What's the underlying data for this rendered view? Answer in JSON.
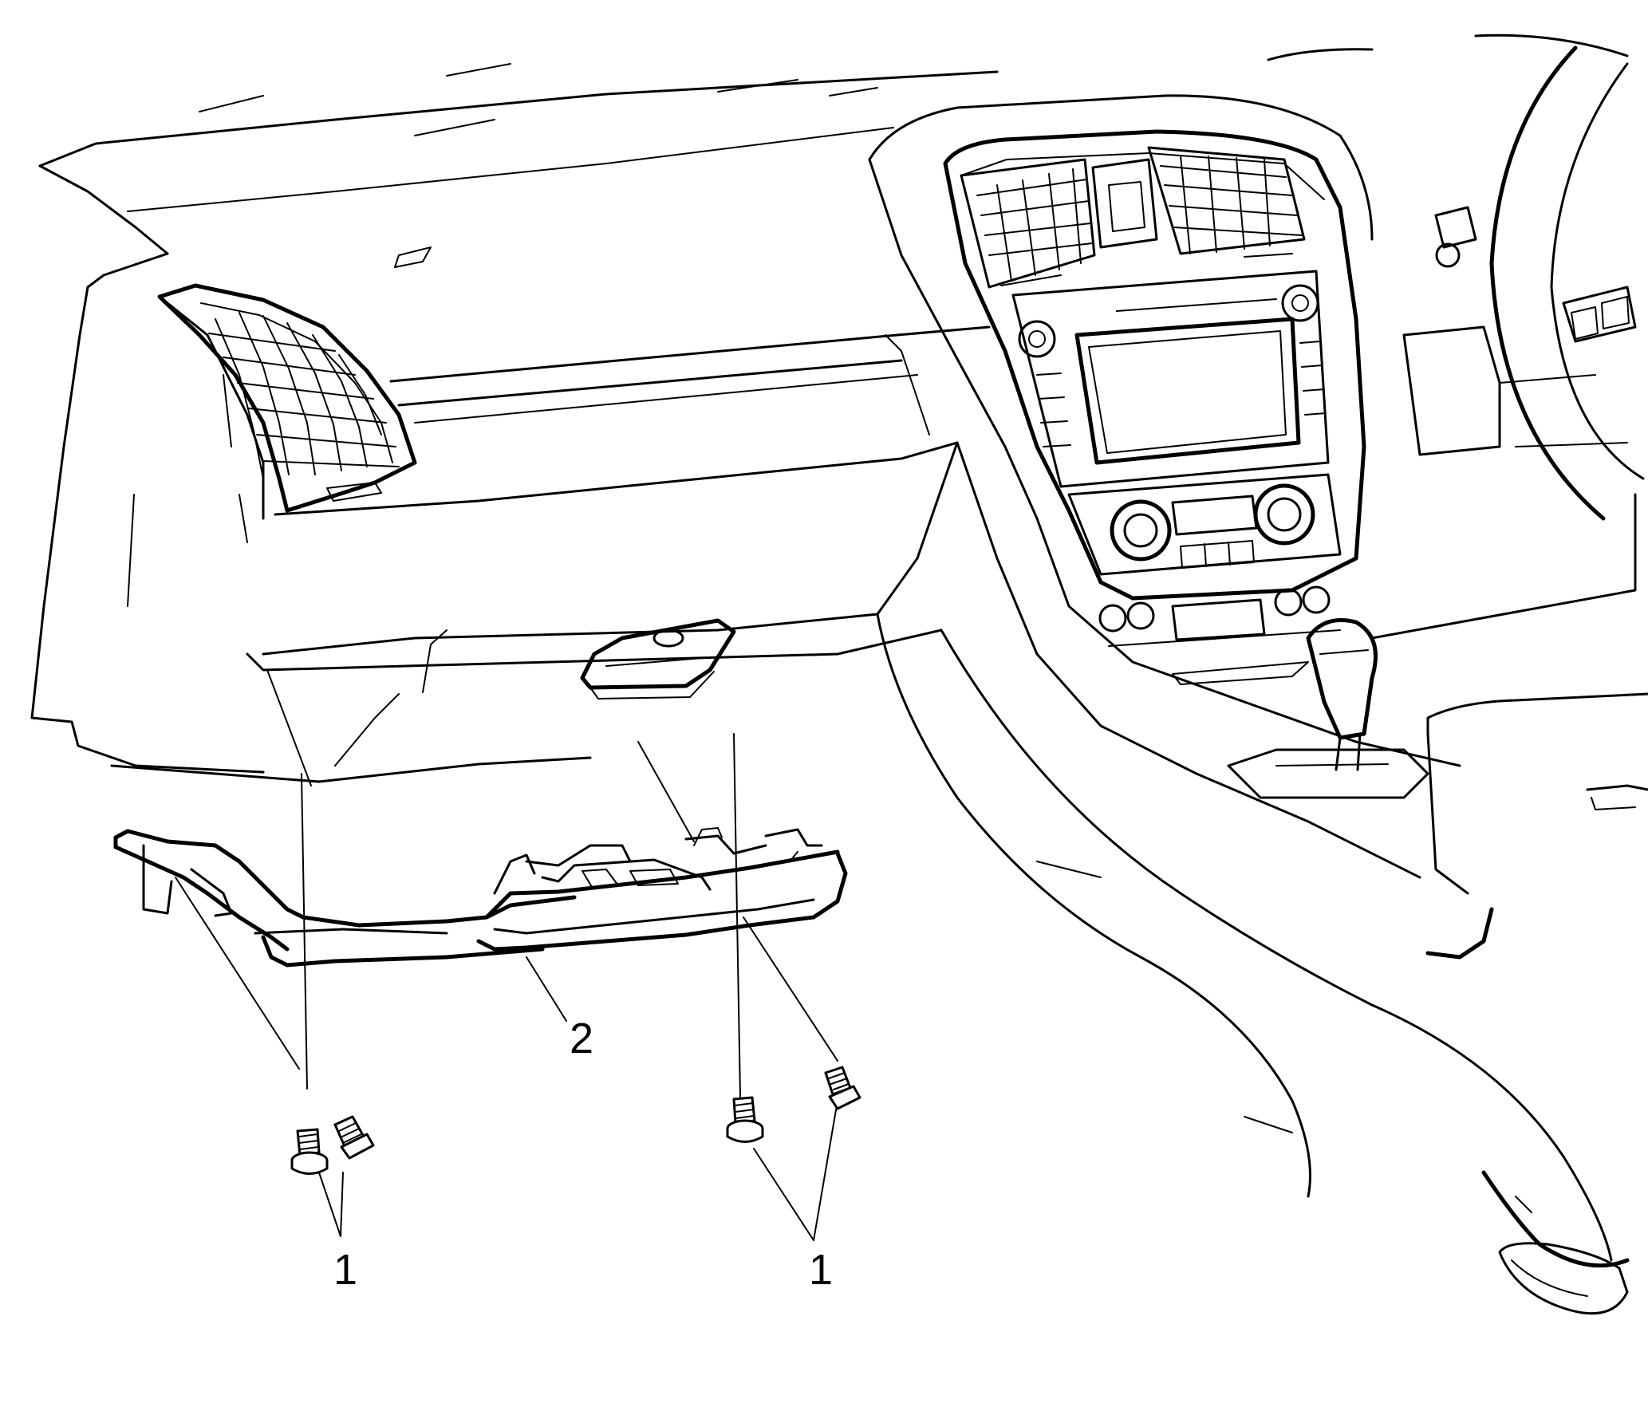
{
  "callouts": [
    {
      "id": "fastener-left",
      "label": "1"
    },
    {
      "id": "fastener-right",
      "label": "1"
    },
    {
      "id": "lower-trim-panel",
      "label": "2"
    }
  ],
  "colors": {
    "line": "#000000",
    "background": "#ffffff"
  }
}
